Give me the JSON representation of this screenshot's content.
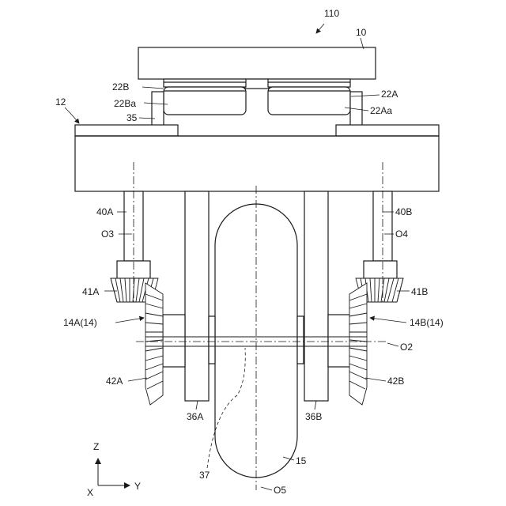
{
  "figure": {
    "labels": {
      "l110": "110",
      "l10": "10",
      "l22B": "22B",
      "l22A": "22A",
      "l22Ba": "22Ba",
      "l22Aa": "22Aa",
      "l35": "35",
      "l12": "12",
      "l40A": "40A",
      "l40B": "40B",
      "lO3": "O3",
      "lO4": "O4",
      "l41A": "41A",
      "l41B": "41B",
      "l14A": "14A(14)",
      "l14B": "14B(14)",
      "lO2": "O2",
      "l42A": "42A",
      "l42B": "42B",
      "l36A": "36A",
      "l36B": "36B",
      "l15": "15",
      "l37": "37",
      "lO5": "O5",
      "axisZ": "Z",
      "axisY": "Y",
      "axisX": "X"
    },
    "colors": {
      "line": "#1a1a1a",
      "background": "#ffffff"
    }
  }
}
